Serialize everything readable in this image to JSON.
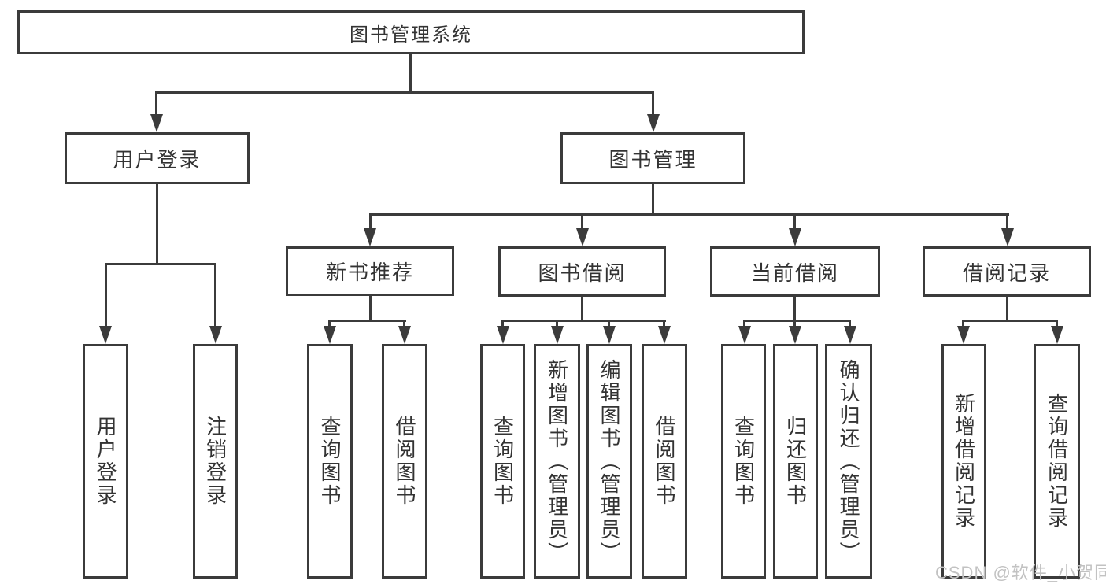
{
  "tree": {
    "root": "图书管理系统",
    "branches": [
      {
        "label": "用户登录",
        "children": [
          {
            "label": "用户登录"
          },
          {
            "label": "注销登录"
          }
        ]
      },
      {
        "label": "图书管理",
        "children": [
          {
            "label": "新书推荐",
            "children": [
              {
                "label": "查询图书"
              },
              {
                "label": "借阅图书"
              }
            ]
          },
          {
            "label": "图书借阅",
            "children": [
              {
                "label": "查询图书"
              },
              {
                "label": "新增图书（管理员）"
              },
              {
                "label": "编辑图书（管理员）"
              },
              {
                "label": "借阅图书"
              }
            ]
          },
          {
            "label": "当前借阅",
            "children": [
              {
                "label": "查询图书"
              },
              {
                "label": "归还图书"
              },
              {
                "label": "确认归还（管理员）"
              }
            ]
          },
          {
            "label": "借阅记录",
            "children": [
              {
                "label": "新增借阅记录"
              },
              {
                "label": "查询借阅记录"
              }
            ]
          }
        ]
      }
    ]
  },
  "watermark": {
    "text": "CSDN @软件_小贺同学",
    "color": "#c2c2c2"
  },
  "colors": {
    "line": "#3b3b3b",
    "text": "#333333",
    "background": "#ffffff"
  }
}
